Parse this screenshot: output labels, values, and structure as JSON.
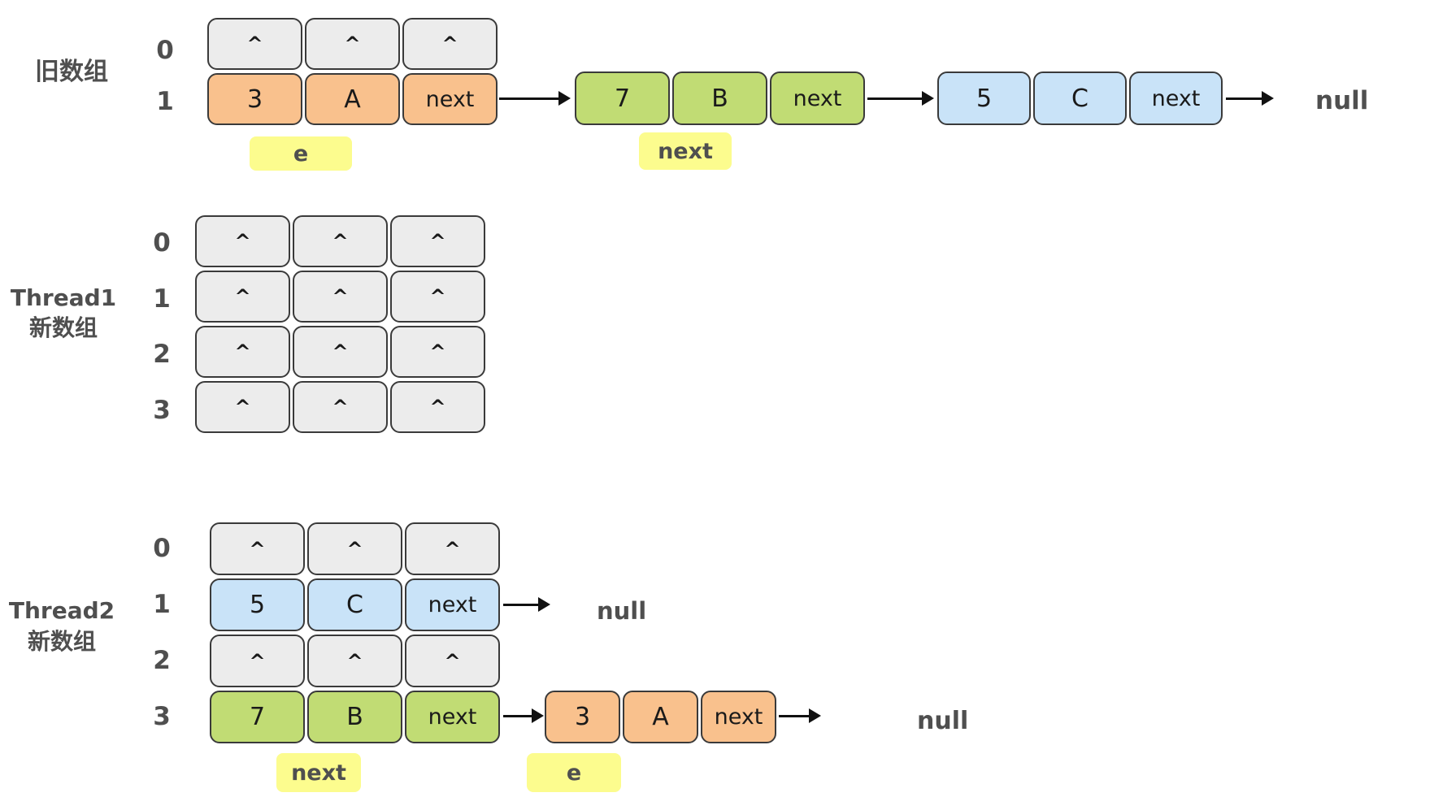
{
  "colors": {
    "empty_cell": "#ececec",
    "orange_node": "#f9c18d",
    "green_node": "#c1dc74",
    "blue_node": "#c9e3f8",
    "highlight_yellow": "#fcfc8e",
    "cell_border": "#3a3a3a",
    "label_text": "#4f4f4f"
  },
  "old_array": {
    "title": "旧数组",
    "indices": [
      "0",
      "1"
    ],
    "rows": [
      [
        "^",
        "^",
        "^"
      ],
      [
        "3",
        "A",
        "next"
      ]
    ],
    "e_label": "e"
  },
  "old_chain": {
    "node_b": [
      "7",
      "B",
      "next"
    ],
    "next_label": "next",
    "node_c": [
      "5",
      "C",
      "next"
    ],
    "tail": "null"
  },
  "thread1_array": {
    "title_line1": "Thread1",
    "title_line2": "新数组",
    "indices": [
      "0",
      "1",
      "2",
      "3"
    ],
    "rows": [
      [
        "^",
        "^",
        "^"
      ],
      [
        "^",
        "^",
        "^"
      ],
      [
        "^",
        "^",
        "^"
      ],
      [
        "^",
        "^",
        "^"
      ]
    ]
  },
  "thread2_array": {
    "title_line1": "Thread2",
    "title_line2": "新数组",
    "indices": [
      "0",
      "1",
      "2",
      "3"
    ],
    "rows": [
      [
        "^",
        "^",
        "^"
      ],
      [
        "5",
        "C",
        "next"
      ],
      [
        "^",
        "^",
        "^"
      ],
      [
        "7",
        "B",
        "next"
      ]
    ],
    "row1_tail": "null",
    "node_a": [
      "3",
      "A",
      "next"
    ],
    "row3_tail": "null",
    "next_label": "next",
    "e_label": "e"
  }
}
